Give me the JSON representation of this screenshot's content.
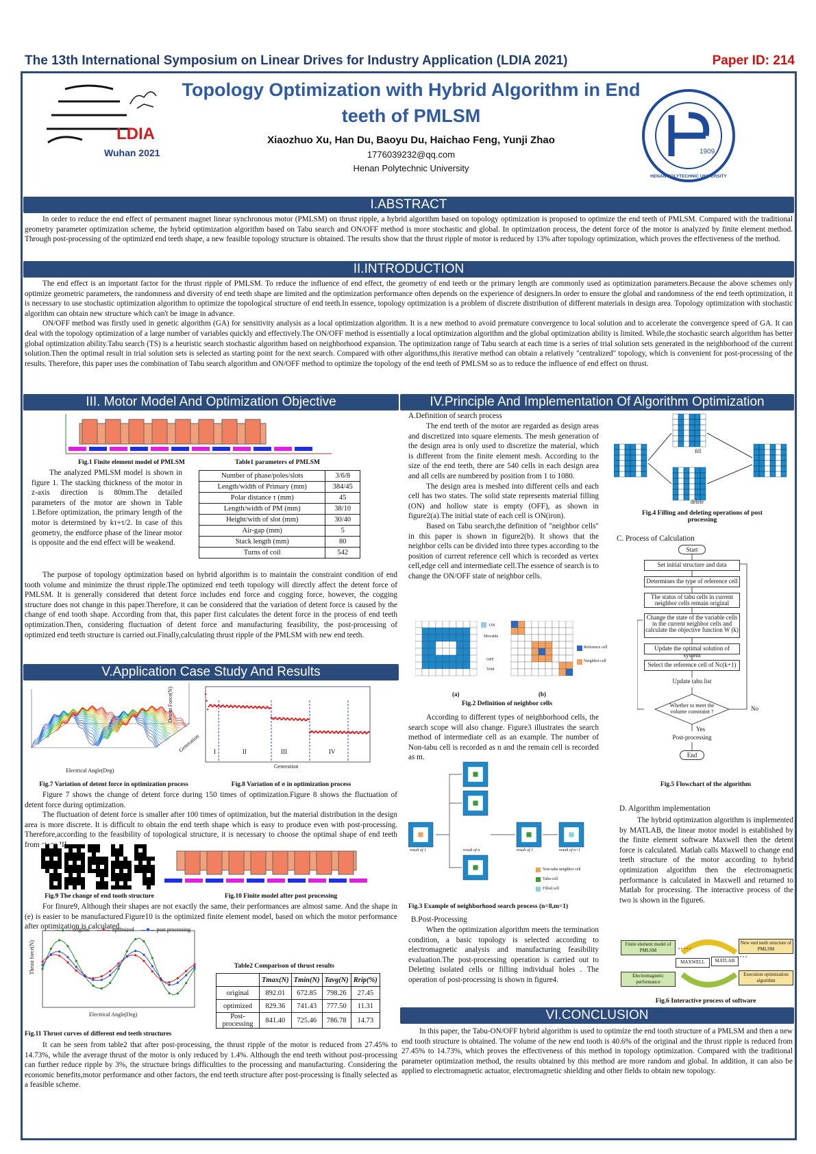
{
  "header": {
    "conference": "The 13th International Symposium on Linear Drives for Industry Application (LDIA 2021)",
    "paper_id": "Paper ID: 214",
    "title": "Topology Optimization with Hybrid Algorithm in End teeth of PMLSM",
    "authors": "Xiaozhuo Xu, Han Du, Baoyu Du, Haichao Feng, Yunji Zhao",
    "email": "1776039232@qq.com",
    "university": "Henan Polytechnic University",
    "logo_text": "LDIA",
    "logo_sub": "Wuhan 2021",
    "seal_text": "HENAN POLYTECHNIC UNIVERSITY",
    "seal_year": "1909"
  },
  "sections": {
    "abstract": "I.ABSTRACT",
    "intro": "II.INTRODUCTION",
    "motor": "III. Motor Model And Optimization Objective",
    "principle": "IV.Principle And Implementation Of Algorithm Optimization",
    "app": "V.Application Case Study And Results",
    "conclusion": "VI.CONCLUSION"
  },
  "abstract_text": "In order to reduce the end effect of permanent magnet linear synchronous motor (PMLSM) on thrust ripple, a hybrid algorithm based on topology optimization is proposed to optimize the end teeth of PMLSM. Compared with the traditional geometry parameter optimization scheme, the hybrid optimization algorithm based on Tabu search and ON/OFF method is more stochastic and global. In optimization process, the detent force of the motor is analyzed by finite element method. Through post-processing of the optimized end teeth shape, a new feasible topology structure is obtained. The results show that the thrust ripple of motor is reduced by 13% after topology optimization, which proves the effectiveness of the method.",
  "intro_p1": "The end effect is an important factor for the thrust ripple of PMLSM. To reduce the influence of end effect, the geometry of end teeth or the primary length are commonly used as optimization parameters.Because the above schemes only optimize geometric parameters, the randomness and diversity of end teeth shape are limited and the optimization performance often depends on the experience of designers.In order to ensure the global and randomness of the end teeth optimization, it is necessary to use stochastic optimization algorithm to optimize the topological structure of end teeth.In essence, topology optimization is a problem of discrete distribution of different materials in design area. Topology optimization with stochastic algorithm can obtain new structure which can't be image in advance.",
  "intro_p2": "ON/OFF method was firstly used in genetic algorithm (GA) for sensitivity analysis as a local optimization algorithm. It is a new method to avoid premature convergence to local solution and to accelerate the convergence speed of GA. It can deal with the topology optimization of a large number of variables quickly and effectively.The ON/OFF method is essentially a local optimization algorithm and the global optimization ability is limited. While,the stochastic search algorithm has better global optimization ability.Tabu search (TS) is a heuristic search stochastic algorithm based on neighborhood expansion. The optimization range of Tabu search at each time is a series of trial solution sets generated in the neighborhood of the current solution.Then the optimal result in trial solution sets is selected as starting point for the next search. Compared with other algorithms,this iterative method can obtain a relatively \"centralized\" topology, which is convenient for post-processing of the results. Therefore, this paper uses the combination of Tabu search algorithm and ON/OFF method to optimize the topology of the end teeth of PMLSM so as to reduce the influence of end effect on thrust.",
  "fig1_caption": "Fig.1 Finite element model of PMLSM",
  "table1": {
    "caption": "Table1 parameters of PMLSM",
    "rows": [
      [
        "Number of phase/poles/slots",
        "3/6/8"
      ],
      [
        "Length/width of Primary (mm)",
        "384/45"
      ],
      [
        "Polar distance τ (mm)",
        "45"
      ],
      [
        "Length/width of PM (mm)",
        "38/10"
      ],
      [
        "Height/with of slot (mm)",
        "30/40"
      ],
      [
        "Air-gap (mm)",
        "5"
      ],
      [
        "Stack length (mm)",
        "80"
      ],
      [
        "Turns of coil",
        "542"
      ]
    ]
  },
  "motor_p1": "The analyzed PMLSM model is shown in figure 1. The stacking thickness of the motor in z-axis direction is 80mm.The detailed parameters of the motor are shown in Table 1.Before optimization, the primary length of the motor is determined by kτ+τ/2. In case of this geometry, the endforce phase of the linear motor is opposite and the end effect will be weakend.",
  "motor_p2": "The purpose of topology optimization based on hybrid algorithm is to maintain the constraint condition of end tooth volume and minimize the thrust ripple.The optimized end teeth topology will directly affect the detent force of PMLSM. It is generally considered that detent force includes end force and cogging force, however, the cogging structure does not change in this paper.Therefore, it can be considered that the variation of detent force is caused by the change of end tooth shape. According from that, this paper first calculates the detent force in the process of end teeth optimization.Then, considering fluctuation of detent force and manufacturing feasibility, the post-processing of optimized end teeth structure is carried out.Finally,calculating thrust ripple of the PMLSM with new end teeth.",
  "app": {
    "fig7_caption": "Fig.7 Variation of detent force in optimization process",
    "fig8_caption": "Fig.8 Variation of σ in optimization process",
    "fig8_xlabel": "Generation",
    "fig8_stages": [
      "I",
      "II",
      "III",
      "IV"
    ],
    "fig7_xlabel": "Electrical Angle(Deg)",
    "fig7_ylabel": "Detent Force(N)",
    "fig7_zlabel": "Generation",
    "p1": "Figure 7 shows the change of detent force during 150 times of optimization.Figure 8 shows the fluctuation of detent force during optimization.",
    "p2": "The fluctuation of detent force is smaller after 100 times of optimization, but the material distribution in the design area is more discrete. It is difficult to obtain the end teeth shape which is easy to produce even with post-processing. Therefore,according to the feasibility of topological structure, it is necessary to choose the optimal shape of end teeth from stage III.",
    "fig9_caption": "Fig.9 The change of end tooth structure",
    "fig10_caption": "Fig.10 Finite model after post processing",
    "p3": "For finure9, Although their shapes are not exactly the same, their performances are almost same. And the shape in (e) is easier to be manufactured.Figure10 is the optimized finite element model, based on which the motor performance after optimization is calculated.",
    "fig11_caption": "Fig.11 Thrust curves of different end teeth structures",
    "fig11_legend": [
      "original",
      "optimized",
      "post processing"
    ],
    "fig11_xlabel": "Electrical Angle(Deg)",
    "fig11_ylabel": "Thrust force(N)",
    "table2_caption": "Table2 Comparison of thrust results",
    "table2_headers": [
      "",
      "Tmax(N)",
      "Tmin(N)",
      "Tavg(N)",
      "Rrip(%)"
    ],
    "table2_rows": [
      [
        "original",
        "892.01",
        "672.85",
        "798.26",
        "27.45"
      ],
      [
        "optimized",
        "829.36",
        "741.43",
        "777.50",
        "11.31"
      ],
      [
        "Post-processing",
        "841.40",
        "725.46",
        "786.78",
        "14.73"
      ]
    ],
    "p4": "It can be seen from table2 that after post-processing, the thrust ripple of the motor is reduced from 27.45% to 14.73%, while the average thrust of the motor is only reduced by 1.4%. Although the end teeth without post-processing can further reduce ripple by 3%, the structure brings difficulties to the processing and manufacturing. Considering the economic benefits,motor performance and other factors, the end teeth structure after post-processing is finally selected as a feasible scheme."
  },
  "principle": {
    "a_title": "A.Definition of search process",
    "a_p1": "The end teeth of the motor are regarded as design areas and discretized into square elements. The mesh generation of the design area is only used to discretize the material, which is different from the finite element mesh. According to the size of the end teeth, there are 540 cells in each design area and all cells are numbered by position from 1 to 1080.",
    "a_p2": "The design area is meshed into different cells and each cell has two states. The solid state represents material filling (ON) and hollow state is empty (OFF), as shown in figure2(a).The initial state of each cell is ON(iron).",
    "a_p3": "Based on Tabu search,the definition of \"neighbor cells\" in this paper is shown in figure2(b). It shows that the neighbor cells can be divided into three types according to the position of current reference cell which is recorded as vertex cell,edge cell and intermediate cell.The essence of search is to change the ON/OFF state of neighbor cells.",
    "fig2_labels": [
      "ON",
      "Movable",
      "OFF",
      "Void",
      "Reference cell",
      "Neighbor cell"
    ],
    "fig2_sub": [
      "(a)",
      "(b)"
    ],
    "fig2_caption": "Fig.2 Definition of neighbor cells",
    "a_p4": "According to different types of neighborhood cells, the search scope will also change. Figure3 illustrates the search method of intermediate cell as an example. The number of Non-tabu cell is recorded as n and the remain cell is recorded as m.",
    "fig3_labels": [
      "result of 1",
      "result of n",
      "result of 1",
      "result of n+1"
    ],
    "fig3_legend": [
      "Non-tabu neighbor cell",
      "Tabu cell",
      "Filled cell"
    ],
    "fig3_caption": "Fig.3 Example of neighborhood search process (n=8,m=1)",
    "b_title": "B.Post-Processing",
    "b_p1": "When the optimization algorithm meets the termination condition, a basic topology is selected according to electromagnetic analysis and manufacturing feasibility evaluation.The post-processing operation is carried out to Deleting isolated cells or filling individual holes . The operation of post-processing is shown in figure4.",
    "fig4_labels": [
      "fill",
      "delete"
    ],
    "fig4_caption": "Fig.4 Filling and deleting operations of post processing",
    "c_title": "C. Process of Calculation",
    "flow": [
      "Start",
      "Set initial structure and data",
      "Determines the type of reference cell",
      "The status of tabu cells in current neighbor cells remain original",
      "Change the state of the variable cells in the current neighbor cells and calculate the objective function W (k)",
      "Update the optimal solution of system",
      "Select the reference cell of Nc(k+1)",
      "Update tabu list",
      "Whether to meet the volume constraint ?",
      "No",
      "Yes",
      "Post-processing",
      "End"
    ],
    "fig5_caption": "Fig.5 Flowchart of the algorithm",
    "d_title": "D. Algorithm implementation",
    "d_p1": "The hybrid optimization algorithm is implemented by MATLAB, the linear motor model is established by the finite element software Maxwell then the detent force is calculated. Matlab calls Maxwell to change end teeth structure of the motor according to hybrid optimization algorithm then the electromagnetic performance is calculated in Maxwell and returned to Matlab for processing. The interactive process of the two is shown in the figure6.",
    "fig6_labels": [
      "Finite element model of PMLSM",
      "MAXWELL",
      "MATLAB",
      "New end teeth structure of PMLSM",
      "Electromagnetic performance",
      "Execution optimization algorithm"
    ],
    "fig6_caption": "Fig.6 Interactive process of software"
  },
  "conclusion_text": "In this paper, the Tabu-ON/OFF hybrid algorithm is used to optimize the end tooth structure of a PMLSM and then a new end tooth structure is obtained. The volume of the new end tooth is 40.6% of the original and the thrust ripple is reduced from 27.45% to 14.73%, which proves the effectiveness of this method in topology optimization. Compared with the traditional parameter optimization method, the results obtained by this method are more random and global. In addition, it can also be applied to electromagnetic actuator, electromagnetic shielding and other fields to obtain new topology."
}
